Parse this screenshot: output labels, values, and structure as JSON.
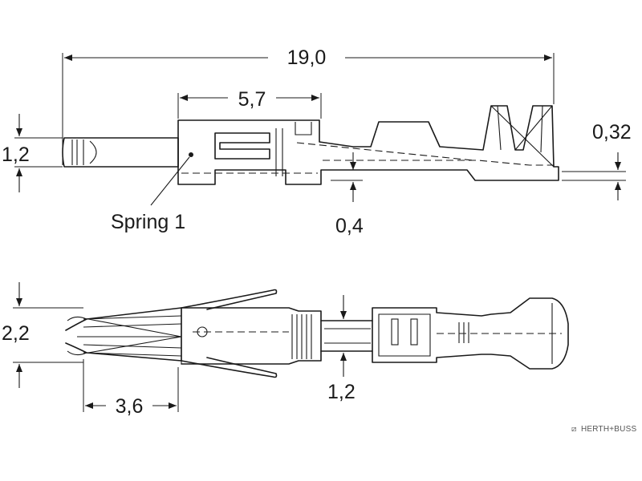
{
  "dimensions": {
    "overall_length": "19,0",
    "spring_section_length": "5,7",
    "side_pin_height": "1,2",
    "sheet_thickness": "0,32",
    "base_offset": "0,4",
    "top_spring_width": "2,2",
    "top_spring_length": "3,6",
    "top_neck_width": "1,2"
  },
  "labels": {
    "spring": "Spring 1"
  },
  "watermark": {
    "text": "HERTH+BUSS"
  }
}
